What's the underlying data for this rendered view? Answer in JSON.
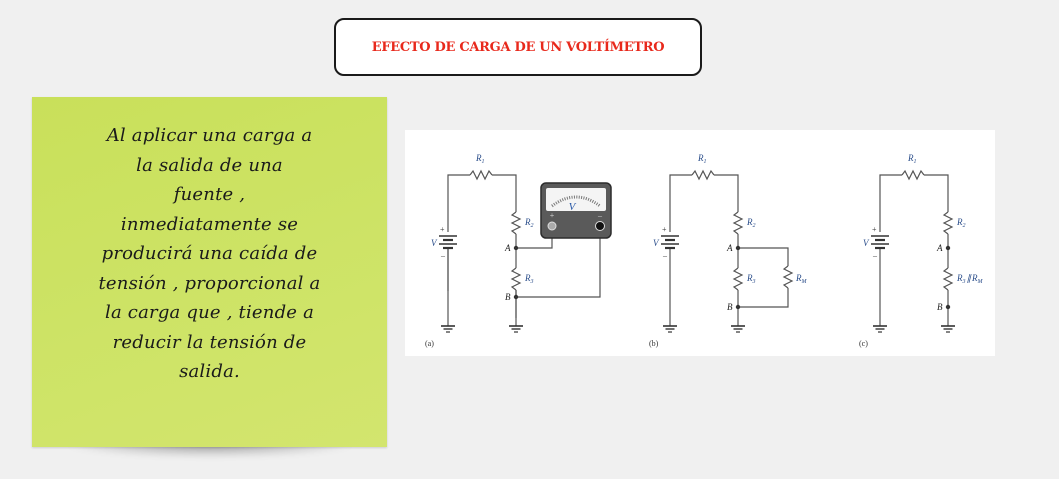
{
  "title": {
    "text": "EFECTO DE CARGA DE UN VOLTÍMETRO",
    "color": "#e8291c"
  },
  "sticky_note": {
    "color": "#cde365",
    "lines": [
      "Al aplicar una carga a",
      "la salida de una",
      "fuente ,",
      "inmediatamente se",
      "producirá una caída de",
      "tensión , proporcional a",
      "la carga que , tiende a",
      "reducir la tensión de",
      "salida."
    ]
  },
  "diagram": {
    "circuits": [
      {
        "id": "a",
        "caption": "(a)",
        "source": "V",
        "plus": "+",
        "minus": "–",
        "resistors": [
          "R1",
          "R2",
          "R3"
        ],
        "nodes": [
          "A",
          "B"
        ],
        "meter": {
          "label": "V",
          "plus": "+",
          "minus": "–"
        }
      },
      {
        "id": "b",
        "caption": "(b)",
        "source": "V",
        "plus": "+",
        "minus": "–",
        "resistors": [
          "R1",
          "R2",
          "R3",
          "RM"
        ],
        "nodes": [
          "A",
          "B"
        ]
      },
      {
        "id": "c",
        "caption": "(c)",
        "source": "V",
        "plus": "+",
        "minus": "–",
        "resistors": [
          "R1",
          "R2",
          "R3 ∥ RM"
        ],
        "nodes": [
          "A",
          "B"
        ]
      }
    ],
    "labels": {
      "R": "R",
      "sub1": "1",
      "sub2": "2",
      "sub3": "3",
      "subM": "M",
      "parallel": "∥"
    }
  }
}
